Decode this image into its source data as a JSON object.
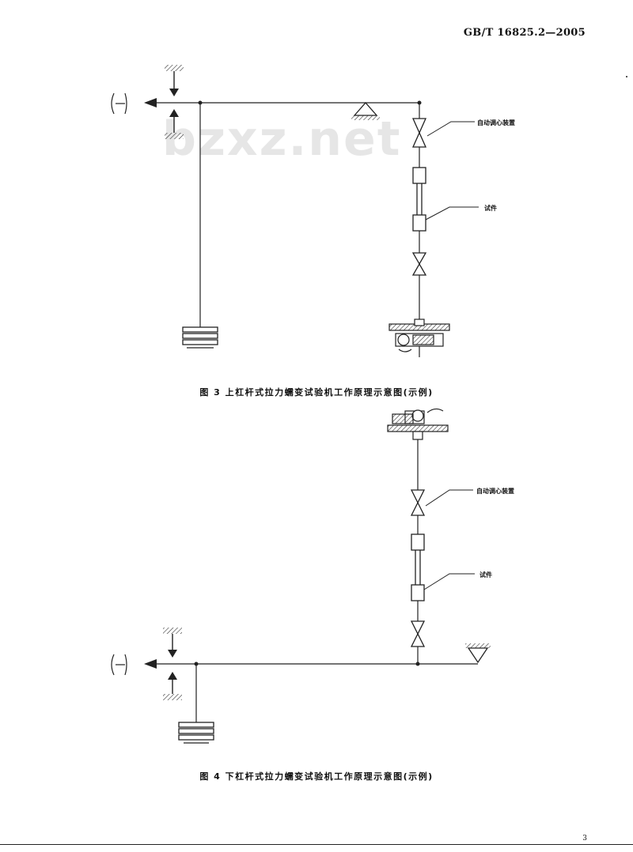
{
  "header": {
    "standard_number": "GB/T 16825.2—2005"
  },
  "watermark": "bzxz.net",
  "figure3": {
    "caption": "图 3   上杠杆式拉力蠕变试验机工作原理示意图(示例)",
    "labels": {
      "centering_device": "自动调心装置",
      "specimen": "试件"
    }
  },
  "figure4": {
    "caption": "图 4   下杠杆式拉力蠕变试验机工作原理示意图(示例)",
    "labels": {
      "centering_device": "自动调心装置",
      "specimen": "试件"
    }
  },
  "footer": {
    "page_number": "3"
  }
}
